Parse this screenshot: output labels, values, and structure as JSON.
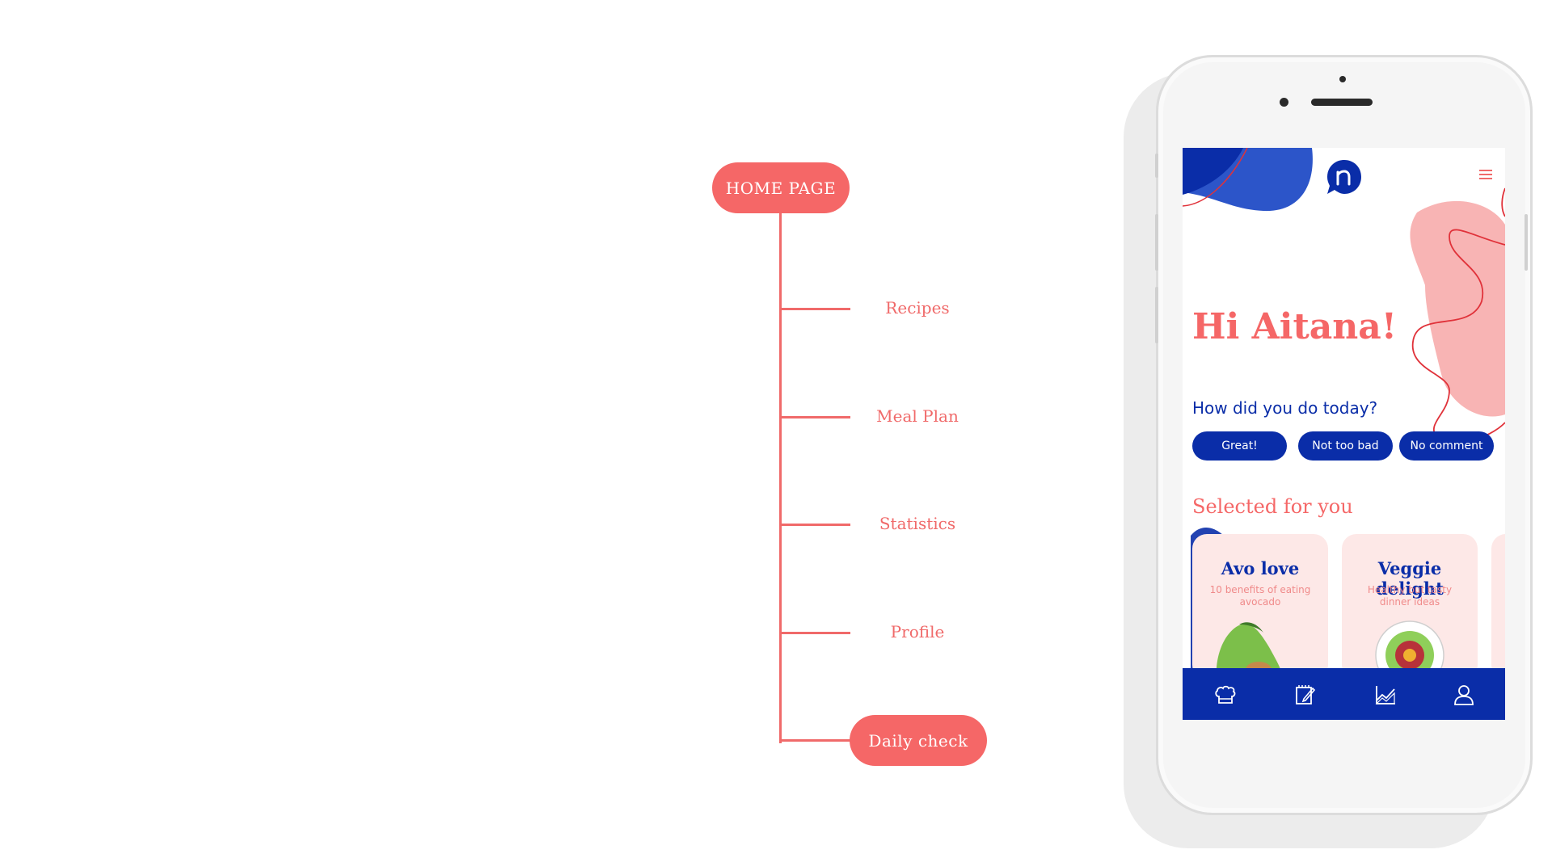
{
  "diagram": {
    "root": "HOME PAGE",
    "children": [
      "Recipes",
      "Meal Plan",
      "Statistics",
      "Profile",
      "Daily check"
    ]
  },
  "app": {
    "greeting": "Hi Aitana!",
    "question": "How did you do today?",
    "mood_options": [
      "Great!",
      "Not too bad",
      "No comment"
    ],
    "section_title": "Selected for you",
    "cards": [
      {
        "title": "Avo love",
        "subtitle": "10 benefits of eating avocado"
      },
      {
        "title": "Veggie delight",
        "subtitle": "Healthy but tasty dinner ideas"
      }
    ],
    "tabs": [
      "chef-hat-icon",
      "notebook-pencil-icon",
      "chart-icon",
      "user-icon"
    ]
  },
  "colors": {
    "coral": "#f56767",
    "navy": "#0a2da8",
    "pink": "#fde8e7"
  }
}
